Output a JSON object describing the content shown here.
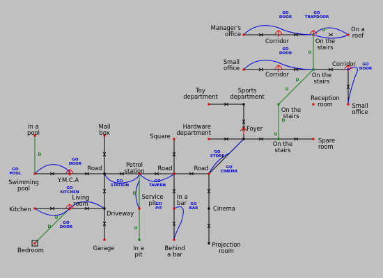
{
  "colors": {
    "background": "#c0c0c0",
    "road": "#000000",
    "command": "#0000e0",
    "stairs": "#1a7a1a",
    "door": "#e00000",
    "node": "#e00000"
  },
  "rooms": {
    "managers_office": "Manager's\noffice",
    "corridor_top": "Corridor",
    "on_the_stairs_1": "On the\nstairs",
    "on_a_roof": "On a\nroof",
    "small_office_1": "Small\noffice",
    "corridor_mid": "Corridor",
    "on_the_stairs_2": "On the\nstairs",
    "corridor_right": "Corridor",
    "small_office_2": "Small\noffice",
    "toy_department": "Toy\ndepartment",
    "sports_department": "Sports\ndepartment",
    "reception_room": "Reception\nroom",
    "on_the_stairs_3": "On the\nstairs",
    "hardware_department": "Hardware\ndepartment",
    "foyer": "Foyer",
    "spare_room": "Spare\nroom",
    "on_the_stairs_4": "On the\nstairs",
    "in_a_pool": "In a\npool",
    "mail_box": "Mail\nbox",
    "square": "Square",
    "swimming_pool": "Swimming\npool",
    "ymca": "Y.M.C.A",
    "road_1": "Road",
    "petrol_station": "Petrol\nstation",
    "road_2": "Road",
    "road_3": "Road",
    "kitchen": "Kitchen",
    "living_room": "Living\nroom",
    "driveway": "Driveway",
    "service_pit": "Service\npit",
    "in_a_bar": "In a\nbar",
    "cinema": "Cinema",
    "bedroom": "Bedroom",
    "garage": "Garage",
    "in_a_pit": "In a\npit",
    "behind_a_bar": "Behind\na bar",
    "projection_room": "Projection\nroom"
  },
  "commands": {
    "go_door_1": "GO\nDOOR",
    "go_trapdoor": "GO\nTRAPDOOR",
    "go_door_2": "GO\nDOOR",
    "go_door_3": "GO\nDOOR",
    "go_store": "GO\nSTORE",
    "go_cinema": "GO\nCINEMA",
    "go_door_ymca": "GO\nDOOR",
    "go_pool": "GO\nPOOL",
    "go_station": "GO\nSTATION",
    "go_tavern": "GO\nTAVERN",
    "go_kitchen": "GO\nKITCHEN",
    "go_pit": "GO\nPIT",
    "go_bar": "GO\nBAR",
    "go_door_living": "GO\nDOOR"
  },
  "stairs_marks": {
    "down": "D",
    "up": "U"
  }
}
